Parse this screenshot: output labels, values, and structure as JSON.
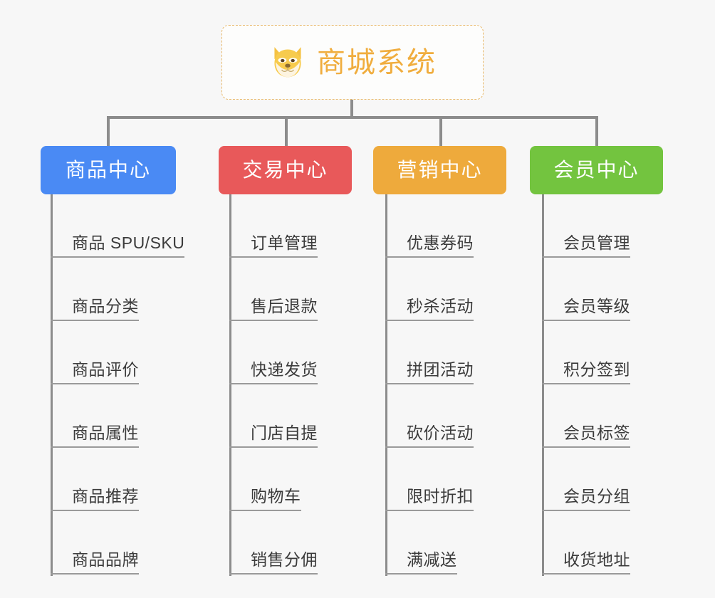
{
  "root": {
    "title": "商城系统",
    "icon": "shiba-dog-face-icon",
    "border_color": "#e8b96b",
    "text_color": "#f0ad3e"
  },
  "connector_color": "#8c8c8c",
  "background_color": "#f7f7f7",
  "columns": [
    {
      "id": "product-center",
      "label": "商品中心",
      "color": "#4a8af4",
      "items": [
        "商品 SPU/SKU",
        "商品分类",
        "商品评价",
        "商品属性",
        "商品推荐",
        "商品品牌"
      ]
    },
    {
      "id": "trade-center",
      "label": "交易中心",
      "color": "#e8595a",
      "items": [
        "订单管理",
        "售后退款",
        "快递发货",
        "门店自提",
        "购物车",
        "销售分佣"
      ]
    },
    {
      "id": "marketing-center",
      "label": "营销中心",
      "color": "#eeaa3c",
      "items": [
        "优惠券码",
        "秒杀活动",
        "拼团活动",
        "砍价活动",
        "限时折扣",
        "满减送"
      ]
    },
    {
      "id": "member-center",
      "label": "会员中心",
      "color": "#73c43f",
      "items": [
        "会员管理",
        "会员等级",
        "积分签到",
        "会员标签",
        "会员分组",
        "收货地址"
      ]
    }
  ]
}
